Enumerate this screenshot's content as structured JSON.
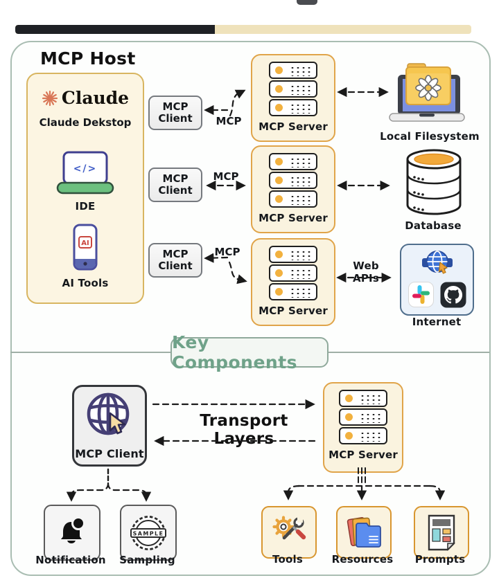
{
  "header": {
    "title": "MCP Host"
  },
  "host_panel": {
    "logo": {
      "brand": "Claude"
    },
    "apps": [
      {
        "label": "Claude Dekstop"
      },
      {
        "label": "IDE",
        "code": "</>"
      },
      {
        "label": "AI Tools",
        "badge": "AI"
      }
    ]
  },
  "clients": [
    {
      "label": "MCP Client"
    },
    {
      "label": "MCP Client"
    },
    {
      "label": "MCP Client"
    }
  ],
  "servers": [
    {
      "label": "MCP Server"
    },
    {
      "label": "MCP Server"
    },
    {
      "label": "MCP Server"
    }
  ],
  "connections": {
    "mcp_labels": [
      "MCP",
      "MCP",
      "MCP"
    ],
    "web_apis": "Web APIs"
  },
  "external": [
    {
      "label": "Local Filesystem"
    },
    {
      "label": "Database"
    },
    {
      "label": "Internet"
    }
  ],
  "section": {
    "title": "Key Components"
  },
  "key_components": {
    "client": {
      "label": "MCP Client"
    },
    "server": {
      "label": "MCP Server"
    },
    "transport": "Transport Layers",
    "client_features": [
      {
        "label": "Notification"
      },
      {
        "label": "Sampling",
        "stamp": "SAMPLE"
      }
    ],
    "server_features": [
      {
        "label": "Tools"
      },
      {
        "label": "Resources"
      },
      {
        "label": "Prompts"
      }
    ]
  },
  "colors": {
    "server_border": "#e0a449",
    "host_border": "#d8b560",
    "host_fill": "#fcf5e2",
    "accent_green": "#6fa289",
    "claude_orange": "#d97757",
    "led_orange": "#f2b13f",
    "internet_border": "#4f6e8c",
    "bar_dark": "#1f2125",
    "bar_cream": "#efe2bb"
  }
}
